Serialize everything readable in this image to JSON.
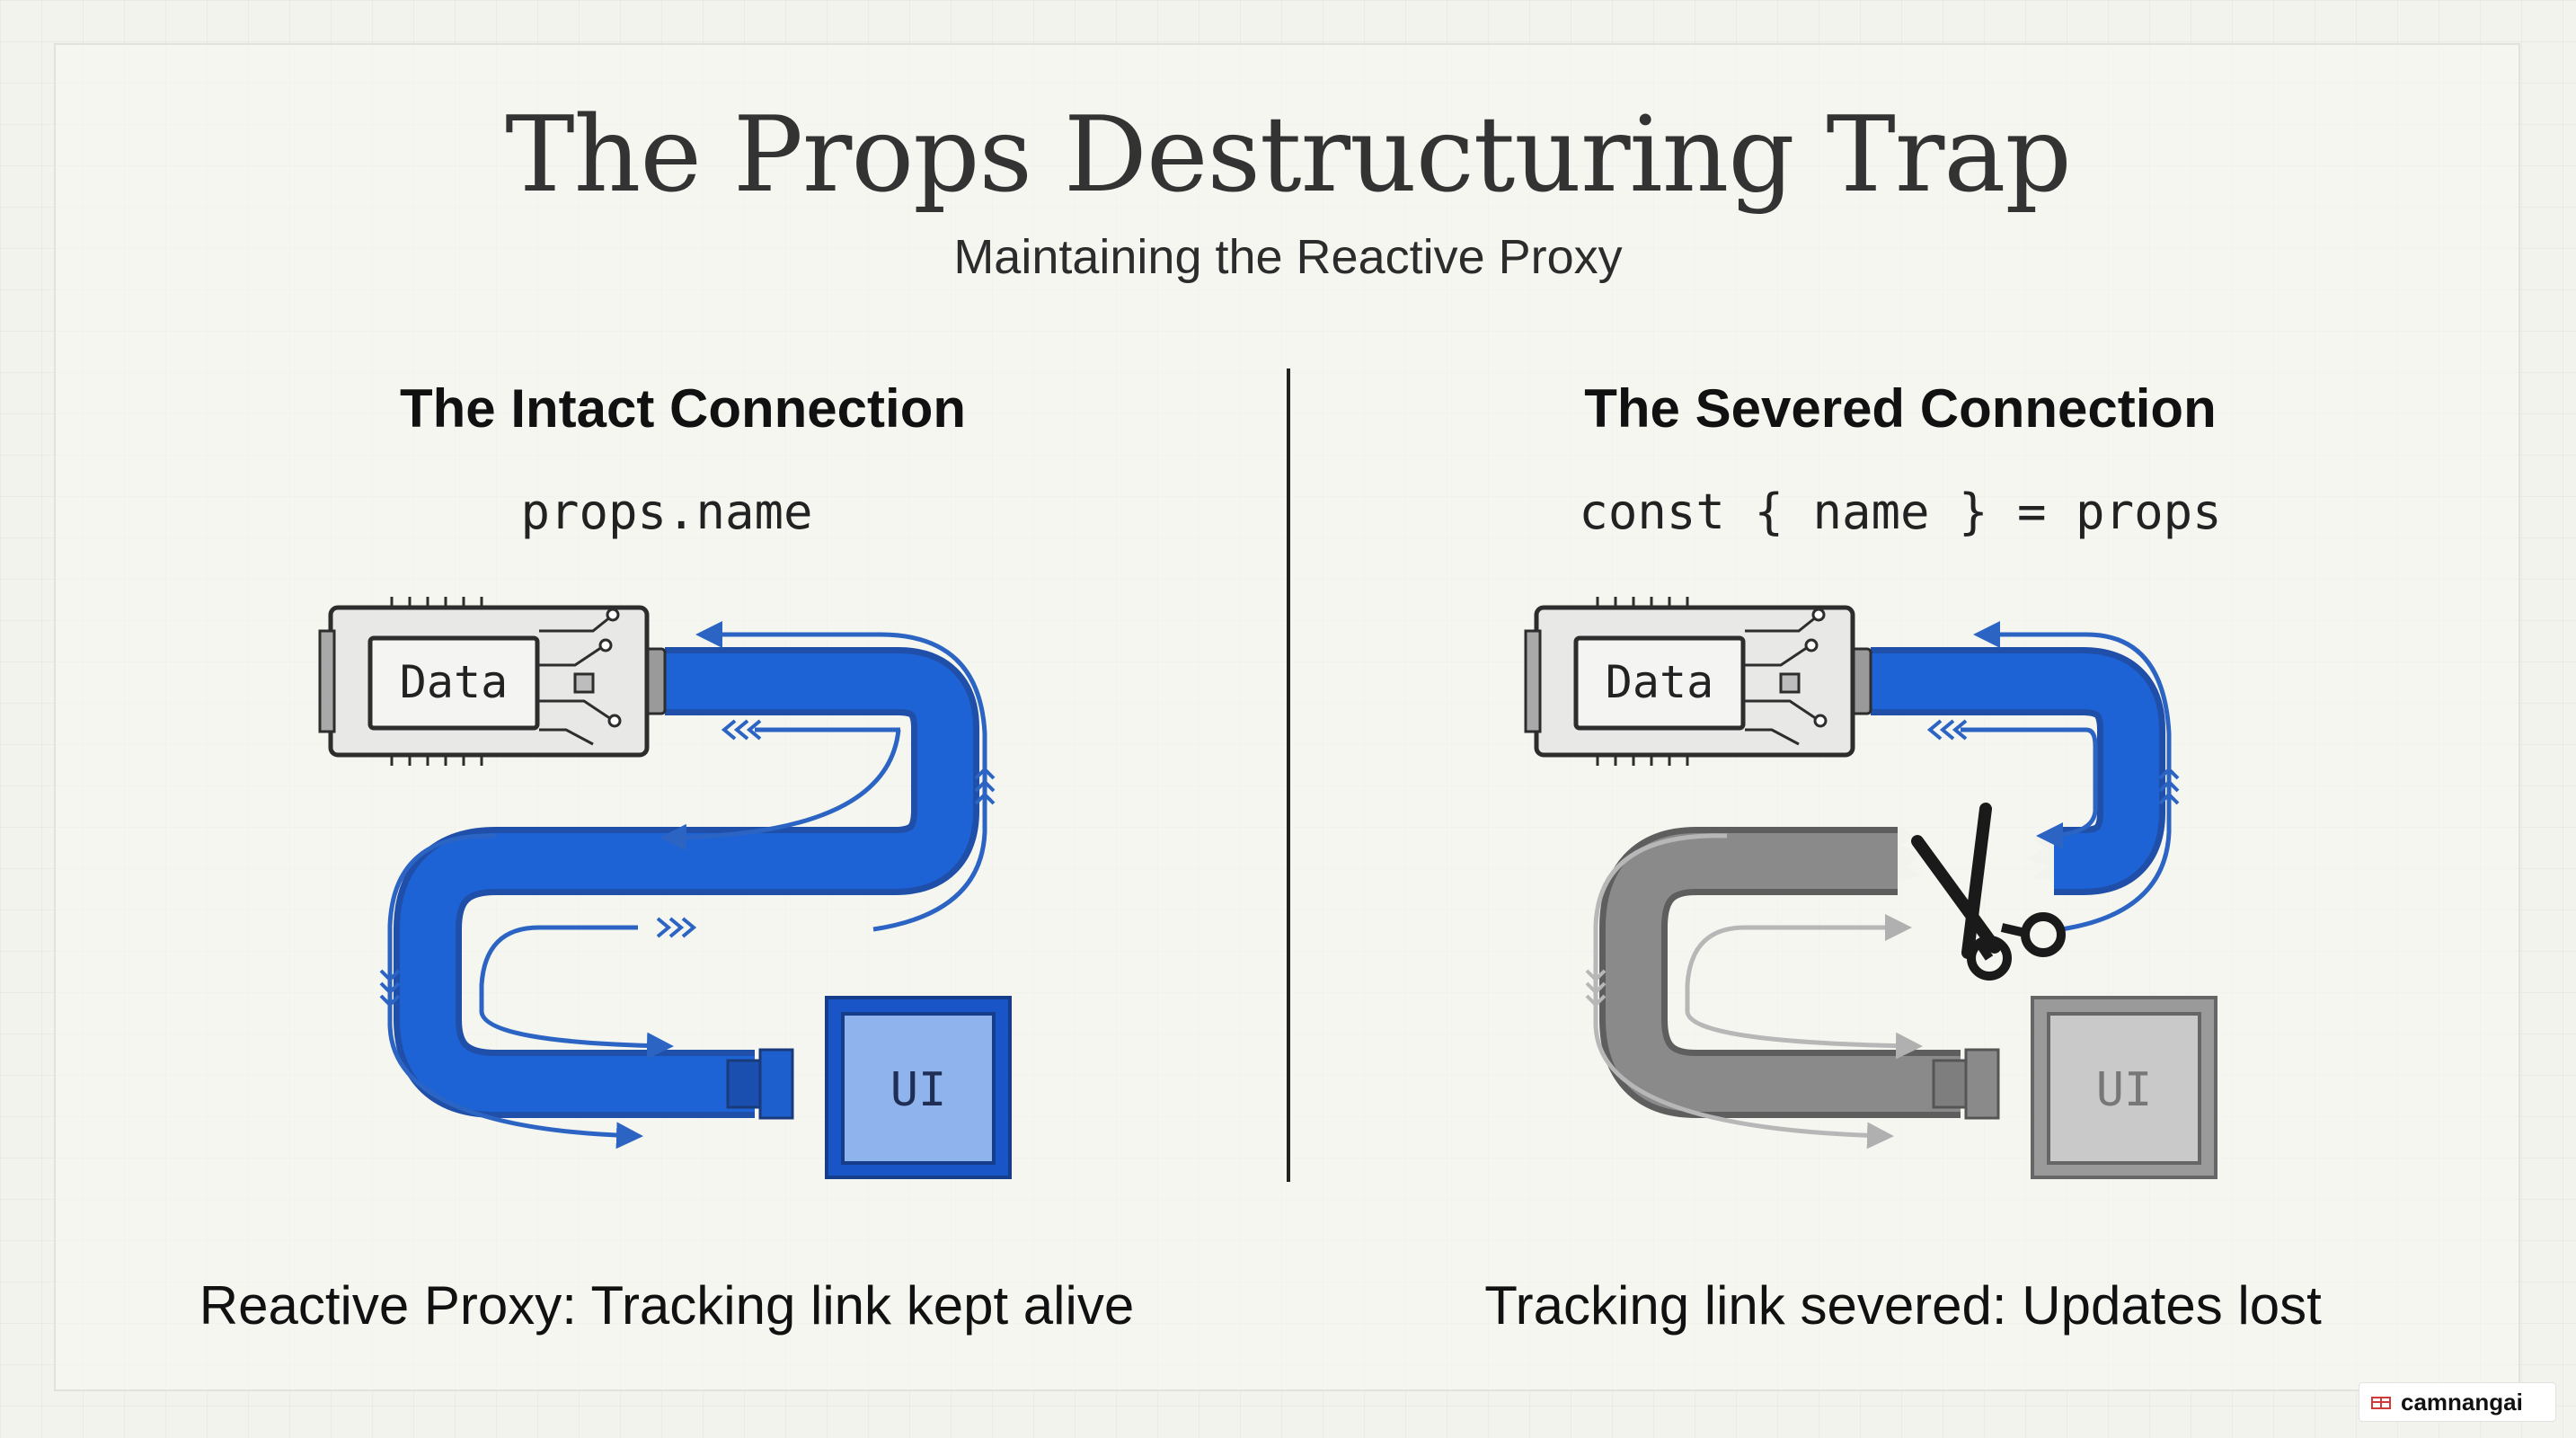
{
  "title": "The Props Destructuring Trap",
  "subtitle": "Maintaining the Reactive Proxy",
  "left": {
    "heading": "The Intact Connection",
    "code": "props.name",
    "data_label": "Data",
    "ui_label": "UI",
    "caption": "Reactive Proxy: Tracking link kept alive"
  },
  "right": {
    "heading": "The Severed Connection",
    "code": "const { name } = props",
    "data_label": "Data",
    "ui_label": "UI",
    "caption": "Tracking link severed: Updates lost"
  },
  "watermark": {
    "text": "camnangai"
  },
  "colors": {
    "active_cable": "#1d63d6",
    "active_arrow": "#2c64c4",
    "ui_fill": "#8fb3ec",
    "severed_gray": "#8a8a8a",
    "severed_light": "#b9b9b9",
    "ink": "#2d2d2d"
  }
}
